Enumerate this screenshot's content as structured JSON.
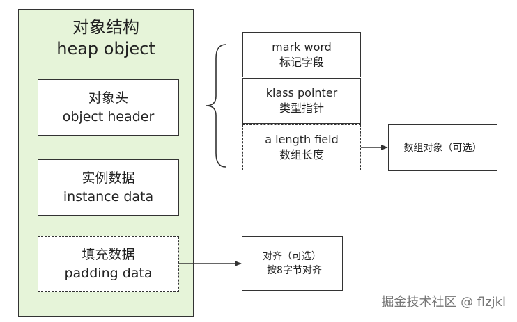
{
  "outer": {
    "title_cn": "对象结构",
    "title_en": "heap object"
  },
  "inner_boxes": {
    "header": {
      "cn": "对象头",
      "en": "object header"
    },
    "instance": {
      "cn": "实例数据",
      "en": "instance data"
    },
    "padding": {
      "cn": "填充数据",
      "en": "padding data"
    }
  },
  "header_parts": {
    "mark_word": {
      "en": "mark word",
      "cn": "标记字段"
    },
    "klass_pointer": {
      "en": "klass pointer",
      "cn": "类型指针"
    },
    "length_field": {
      "en": "a length field",
      "cn": "数组长度"
    }
  },
  "array_object": {
    "label": "数组对象（可选）"
  },
  "alignment": {
    "line1": "对齐（可选）",
    "line2": "按8字节对齐"
  },
  "watermark": {
    "text": "掘金技术社区 @ flzjkl"
  },
  "colors": {
    "outer_fill": "#e6f4d9",
    "border": "#333333",
    "box_fill": "#ffffff"
  }
}
